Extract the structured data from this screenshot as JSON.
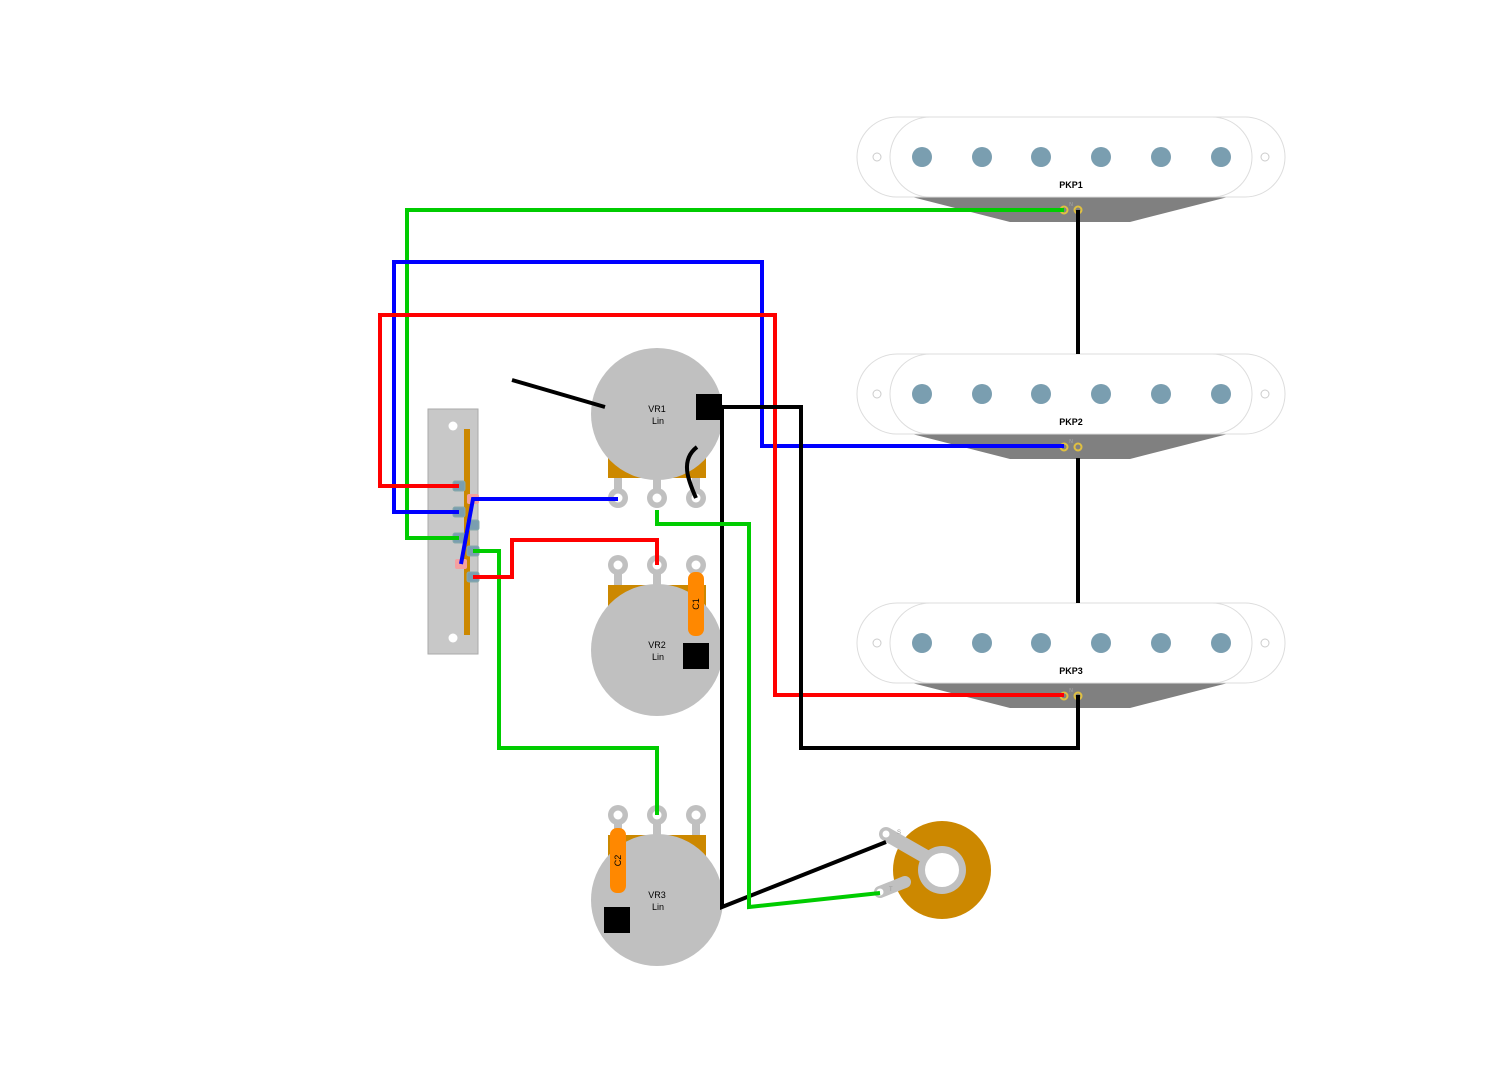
{
  "pickups": [
    {
      "label": "PKP1",
      "lug_label": "N"
    },
    {
      "label": "PKP2",
      "lug_label": "N"
    },
    {
      "label": "PKP3",
      "lug_label": "N"
    }
  ],
  "pots": [
    {
      "label": "VR1",
      "taper": "Lin"
    },
    {
      "label": "VR2",
      "taper": "Lin"
    },
    {
      "label": "VR3",
      "taper": "Lin"
    }
  ],
  "capacitors": [
    {
      "label": "C1"
    },
    {
      "label": "C2"
    }
  ],
  "jack": {
    "sleeve_label": "S",
    "tip_label": "T"
  },
  "colors": {
    "green": "#00cc00",
    "blue": "#0000ff",
    "red": "#ff0000",
    "black": "#000000",
    "pot": "#c0c0c0",
    "brass": "#cc8800",
    "pole": "#7a9eb0"
  }
}
